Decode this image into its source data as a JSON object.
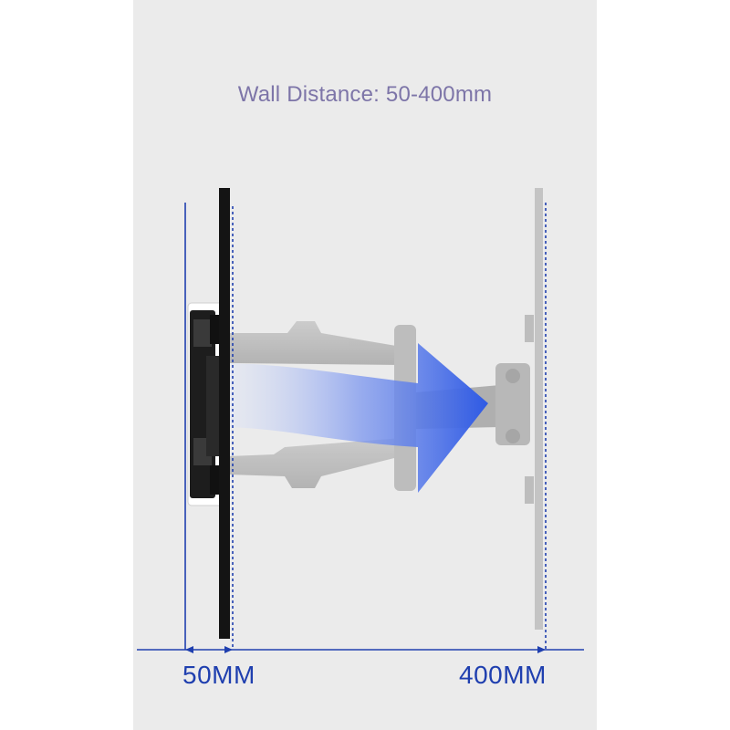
{
  "heading": {
    "title": "Wall Distance: 50-400mm"
  },
  "dimensions": {
    "min_label": "50MM",
    "max_label": "400MM"
  },
  "colors": {
    "background_panel": "#ebebeb",
    "title_text": "#7d75a8",
    "dimension_lines": "#1f3faf",
    "arrow": "#3c64e6",
    "mount_dark": "#1a1a1a",
    "mount_ghost": "#b9b9b9"
  }
}
